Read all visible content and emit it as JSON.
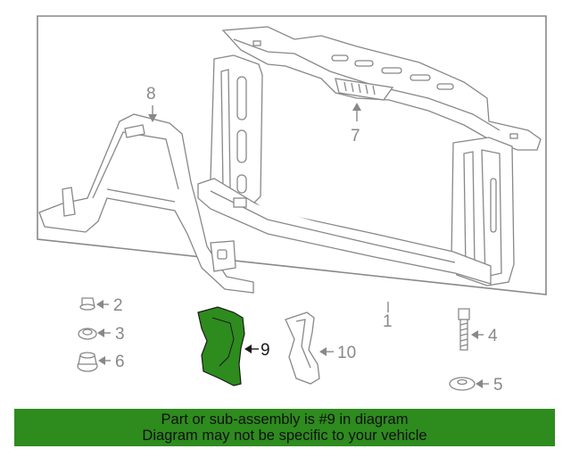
{
  "diagram": {
    "callouts": {
      "c1": "1",
      "c2": "2",
      "c3": "3",
      "c4": "4",
      "c5": "5",
      "c6": "6",
      "c7": "7",
      "c8": "8",
      "c9": "9",
      "c10": "10"
    },
    "colors": {
      "line": "#888888",
      "highlight": "#2e8b1e",
      "highlight_text": "#1a1a1a"
    }
  },
  "banner": {
    "line1": "Part or sub-assembly is #9 in diagram",
    "line2": "Diagram may not be specific to your vehicle",
    "background": "#2e8b1e"
  }
}
